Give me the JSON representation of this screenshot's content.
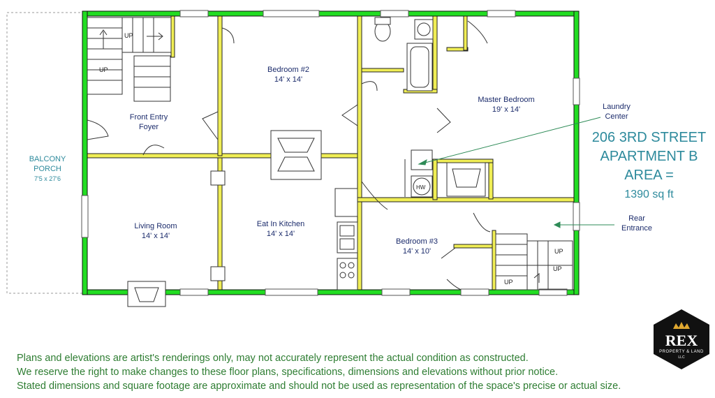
{
  "title": {
    "line1": "206 3RD STREET",
    "line2": "APARTMENT B",
    "line3": "AREA =",
    "line4": "1390 sq ft"
  },
  "rooms": [
    {
      "id": "bedroom2",
      "name": "Bedroom #2",
      "size": "14' x 14'"
    },
    {
      "id": "master",
      "name": "Master Bedroom",
      "size": "19' x 14'"
    },
    {
      "id": "foyer",
      "name": "Front Entry",
      "size": "Foyer"
    },
    {
      "id": "living",
      "name": "Living Room",
      "size": "14' x 14'"
    },
    {
      "id": "kitchen",
      "name": "Eat In Kitchen",
      "size": "14' x 14'"
    },
    {
      "id": "bedroom3",
      "name": "Bedroom #3",
      "size": "14' x 10'"
    }
  ],
  "porch": {
    "line1": "BALCONY",
    "line2": "PORCH",
    "size": "7'5 x 27'6"
  },
  "callouts": {
    "laundry": {
      "line1": "Laundry",
      "line2": "Center"
    },
    "rear": {
      "line1": "Rear",
      "line2": "Entrance"
    }
  },
  "fixtures": {
    "stairs_up": "UP",
    "water_heater": "HW"
  },
  "disclaimer": [
    "Plans and elevations are artist's renderings only, may not accurately represent the actual condition as constructed.",
    "We reserve the right to make changes to these floor plans, specifications, dimensions and elevations without prior notice.",
    "Stated dimensions and square footage are approximate and should not be used as representation of the space's precise or actual size."
  ],
  "logo": {
    "name": "REX",
    "sub": "PROPERTY & LAND",
    "llc": "LLC"
  },
  "colors": {
    "wall": "#22dd22",
    "interior_wall": "#e8e84a",
    "text": "#1b2b6b",
    "title": "#2d8a9c",
    "note": "#2e7d32",
    "logo_bg": "#111111",
    "crown": "#e0a830"
  }
}
